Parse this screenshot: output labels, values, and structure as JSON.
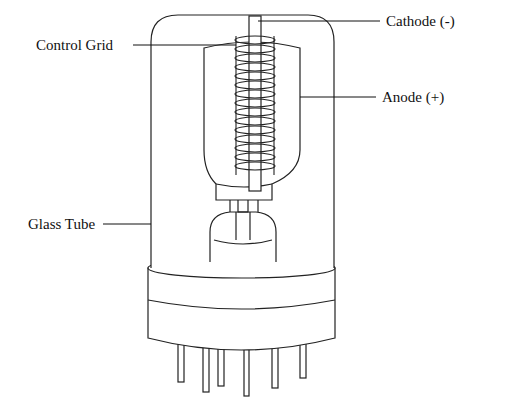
{
  "diagram": {
    "labels": [
      "Cathode (-)",
      "Control Grid",
      "Anode (+)",
      "Glass Tube"
    ]
  }
}
